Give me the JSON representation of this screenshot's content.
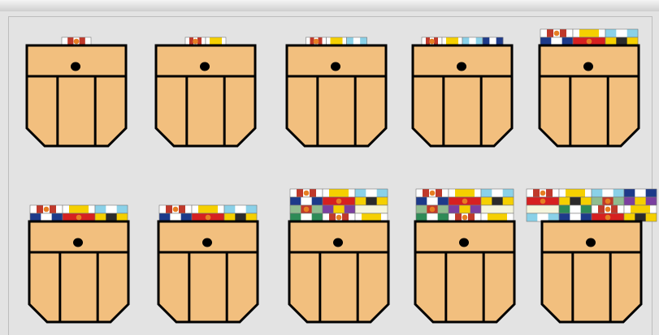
{
  "header": {
    "clipped_caption": ""
  },
  "colors": {
    "pocket_fill": "#f2bf7e",
    "pocket_stroke": "#000000",
    "background": "#e3e3e3",
    "button_fill": "#000000"
  },
  "pockets": [
    {
      "ribbon_count": 1
    },
    {
      "ribbon_count": 2
    },
    {
      "ribbon_count": 3
    },
    {
      "ribbon_count": 4
    },
    {
      "ribbon_count": 6
    },
    {
      "ribbon_count": 6
    },
    {
      "ribbon_count": 6
    },
    {
      "ribbon_count": 12
    },
    {
      "ribbon_count": 12
    },
    {
      "ribbon_count": 16
    }
  ]
}
